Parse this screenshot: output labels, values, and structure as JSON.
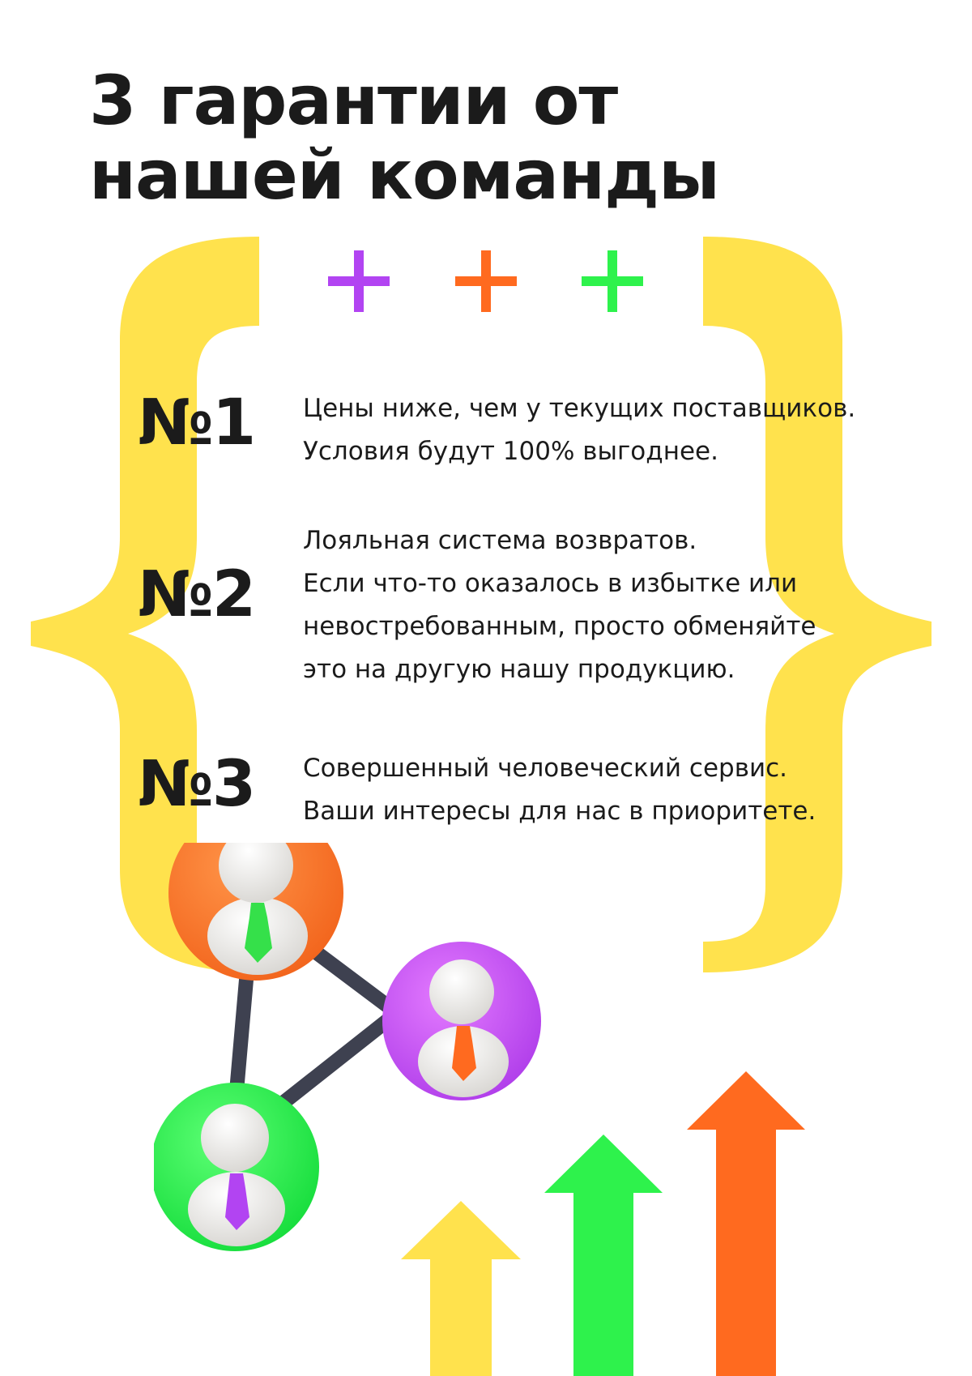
{
  "title": {
    "line1": "3 гарантии от",
    "line2": "нашей команды"
  },
  "colors": {
    "yellow": "#FFE24D",
    "purple": "#B244F2",
    "orange": "#FF6A1F",
    "green": "#2EF24C",
    "text": "#1B1B1B"
  },
  "guarantees": [
    {
      "number": "№1",
      "lines": [
        "Цены ниже, чем у текущих поставщиков.",
        "Условия будут 100% выгоднее."
      ]
    },
    {
      "number": "№2",
      "lines": [
        "Лояльная система возвратов.",
        "Если что-то оказалось в избытке или",
        "невостребованным, просто обменяйте",
        "это на другую нашу продукцию."
      ]
    },
    {
      "number": "№3",
      "lines": [
        "Совершенный человеческий сервис.",
        "Ваши интересы для нас в приоритете."
      ]
    }
  ],
  "icons": {
    "plus": "plus-icon",
    "network": "team-network-icon",
    "arrow": "up-arrow-icon",
    "brace": "curly-brace-icon"
  }
}
